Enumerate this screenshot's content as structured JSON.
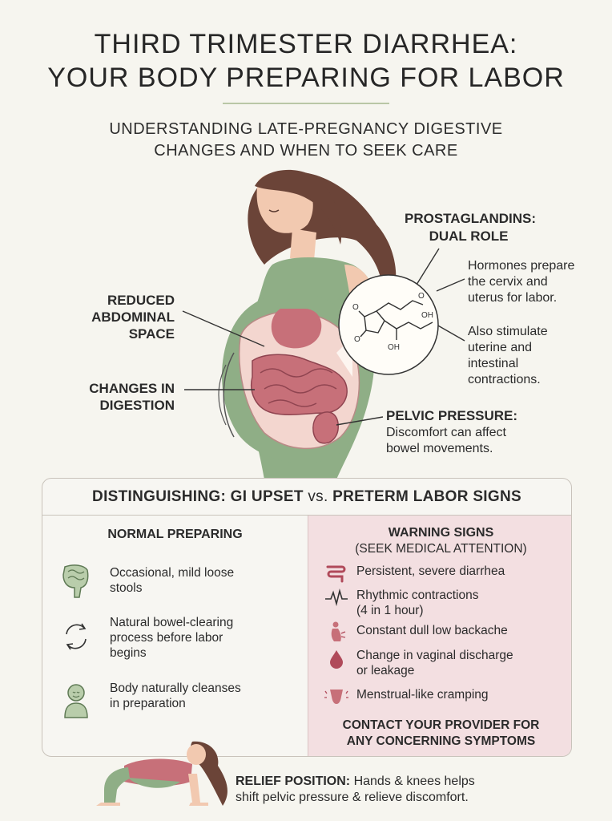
{
  "header": {
    "title_line1": "THIRD TRIMESTER DIARRHEA:",
    "title_line2": "YOUR BODY PREPARING FOR LABOR",
    "subtitle_line1": "UNDERSTANDING LATE-PREGNANCY DIGESTIVE",
    "subtitle_line2": "CHANGES AND WHEN TO SEEK CARE"
  },
  "diagram": {
    "reduced_l1": "REDUCED",
    "reduced_l2": "ABDOMINAL",
    "reduced_l3": "SPACE",
    "digestion_l1": "CHANGES IN",
    "digestion_l2": "DIGESTION",
    "prostaglandins_l1": "PROSTAGLANDINS:",
    "prostaglandins_l2": "DUAL ROLE",
    "hormones_l1": "Hormones prepare",
    "hormones_l2": "the cervix and",
    "hormones_l3": "uterus for labor.",
    "stimulate_l1": "Also stimulate",
    "stimulate_l2": "uterine and",
    "stimulate_l3": "intestinal",
    "stimulate_l4": "contractions.",
    "pelvic_title": "PELVIC PRESSURE:",
    "pelvic_l1": "Discomfort can affect",
    "pelvic_l2": "bowel movements.",
    "molecule_oh1": "OH",
    "molecule_oh2": "OH",
    "molecule_o1": "O",
    "molecule_o2": "O",
    "molecule_o3": "O"
  },
  "comparison": {
    "heading_a": "DISTINGUISHING: GI UPSET ",
    "heading_vs": "vs.",
    "heading_b": " PRETERM LABOR SIGNS",
    "normal": {
      "title": "NORMAL PREPARING",
      "items": [
        {
          "icon": "intestine-icon",
          "l1": "Occasional, mild loose",
          "l2": "stools",
          "l3": ""
        },
        {
          "icon": "cycle-arrows-icon",
          "l1": "Natural bowel-clearing",
          "l2": "process before labor",
          "l3": "begins"
        },
        {
          "icon": "calm-person-icon",
          "l1": "Body naturally cleanses",
          "l2": "in preparation",
          "l3": ""
        }
      ]
    },
    "warning": {
      "title": "WARNING SIGNS",
      "subtitle": "(SEEK MEDICAL ATTENTION)",
      "items": [
        {
          "icon": "intestine-icon",
          "l1": "Persistent, severe diarrhea",
          "l2": ""
        },
        {
          "icon": "pulse-wave-icon",
          "l1": "Rhythmic contractions",
          "l2": "(4 in 1 hour)"
        },
        {
          "icon": "back-pain-icon",
          "l1": "Constant dull low backache",
          "l2": ""
        },
        {
          "icon": "droplet-icon",
          "l1": "Change in vaginal discharge",
          "l2": "or leakage"
        },
        {
          "icon": "cramp-icon",
          "l1": "Menstrual-like cramping",
          "l2": ""
        }
      ],
      "contact_l1": "CONTACT YOUR PROVIDER FOR",
      "contact_l2": "ANY CONCERNING SYMPTOMS"
    }
  },
  "relief": {
    "label": "RELIEF POSITION:",
    "text_l1": " Hands & knees helps",
    "text_l2": "shift pelvic pressure & relieve discomfort."
  },
  "colors": {
    "background": "#f6f5ef",
    "dress": "#8fae86",
    "skin": "#f2c9b0",
    "hair": "#6b4438",
    "organs": "#c77079",
    "warning_panel": "#f3dfe1",
    "normal_icon": "#7d9b74",
    "warning_icon": "#b04a5a"
  }
}
